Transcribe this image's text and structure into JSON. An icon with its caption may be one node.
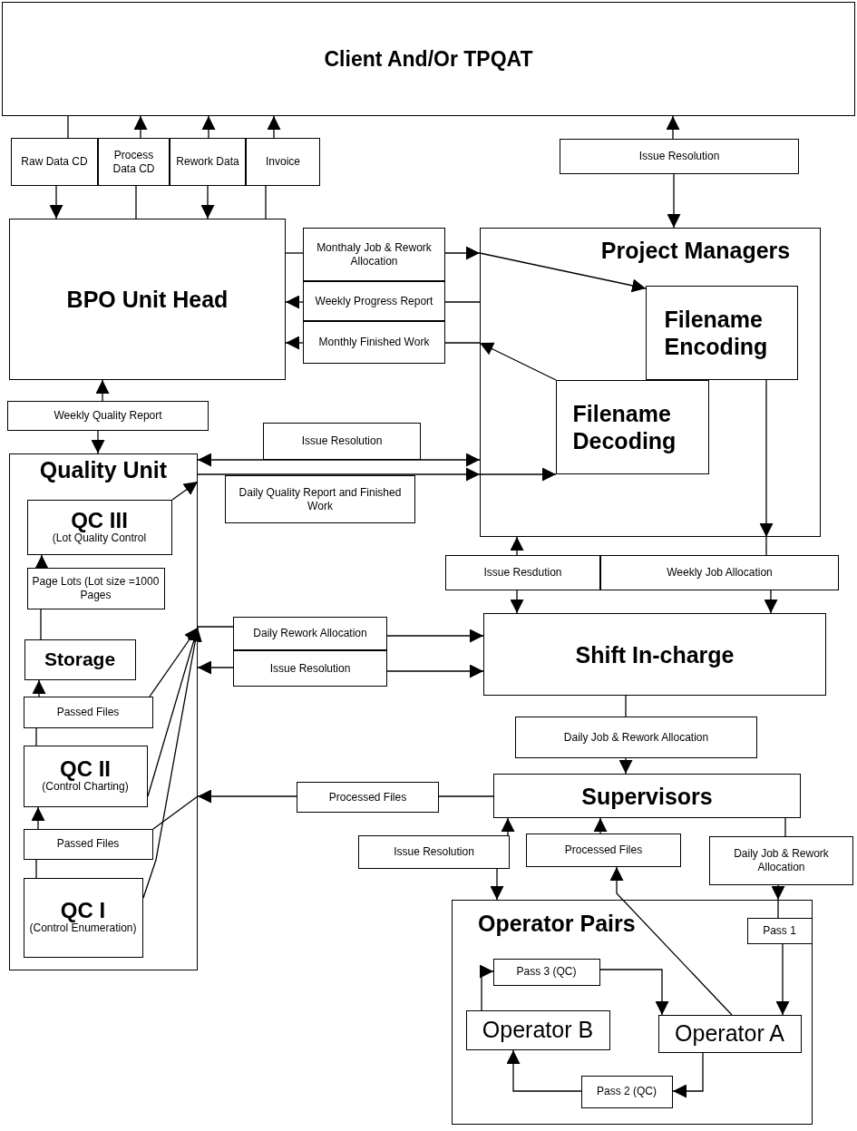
{
  "diagram": {
    "nodes": [
      {
        "text": [
          "Client And/Or TPQAT"
        ]
      },
      {
        "text": [
          "Raw Data CD"
        ]
      },
      {
        "text": [
          "Process Data CD"
        ]
      },
      {
        "text": [
          "Rework Data"
        ]
      },
      {
        "text": [
          "Invoice"
        ]
      },
      {
        "text": [
          "Issue Resolution"
        ]
      },
      {
        "text": [
          "BPO Unit Head"
        ]
      },
      {
        "text": [
          "Monthaly Job & Rework Allocation"
        ]
      },
      {
        "text": [
          "Weekly Progress Report"
        ]
      },
      {
        "text": [
          "Monthly Finished Work"
        ]
      },
      {
        "text": [
          "Project Managers"
        ]
      },
      {
        "text": [
          "Filename Encoding"
        ],
        "in": 10
      },
      {
        "text": [
          "Filename Decoding"
        ],
        "in": 10
      },
      {
        "text": [
          "Weekly Quality Report"
        ]
      },
      {
        "text": [
          "Quality Unit"
        ]
      },
      {
        "text": [
          "QC III",
          "(Lot Quality Control"
        ],
        "in": 14
      },
      {
        "text": [
          "Page Lots (Lot size =1000 Pages"
        ],
        "in": 14
      },
      {
        "text": [
          "Storage"
        ],
        "in": 14
      },
      {
        "text": [
          "Passed Files"
        ],
        "in": 14
      },
      {
        "text": [
          "QC II",
          "(Control Charting)"
        ],
        "in": 14
      },
      {
        "text": [
          "Passed Files"
        ],
        "in": 14
      },
      {
        "text": [
          "QC I",
          "(Control Enumeration)"
        ],
        "in": 14
      },
      {
        "text": [
          "Issue Resdution"
        ]
      },
      {
        "text": [
          "Weekly Job Allocation"
        ]
      },
      {
        "text": [
          "Daily Rework Allocation"
        ]
      },
      {
        "text": [
          "Issue Resolution"
        ]
      },
      {
        "text": [
          "Shift In-charge"
        ]
      },
      {
        "text": [
          "Daily Job & Rework Allocation"
        ]
      },
      {
        "text": [
          "Processed Files"
        ]
      },
      {
        "text": [
          "Supervisors"
        ]
      },
      {
        "text": [
          "Issue Resolution"
        ]
      },
      {
        "text": [
          "Processed Files"
        ]
      },
      {
        "text": [
          "Daily Job & Rework Allocation"
        ]
      },
      {
        "text": [
          "Operator Pairs"
        ]
      },
      {
        "text": [
          "Pass 1"
        ],
        "in": 33
      },
      {
        "text": [
          "Pass 3 (QC)"
        ],
        "in": 33
      },
      {
        "text": [
          "Operator B"
        ],
        "in": 33
      },
      {
        "text": [
          "Operator A"
        ],
        "in": 33
      },
      {
        "text": [
          "Pass 2 (QC)"
        ],
        "in": 33
      },
      {
        "text": [
          "Issue Resolution"
        ]
      },
      {
        "text": [
          "Daily Quality Report and Finished Work"
        ]
      }
    ],
    "edges": [
      {
        "from": 0,
        "to": 1,
        "arrow": "none"
      },
      {
        "from": 1,
        "to": 6,
        "arrow": "to"
      },
      {
        "from": 6,
        "to": 2,
        "arrow": "none"
      },
      {
        "from": 2,
        "to": 0,
        "arrow": "to"
      },
      {
        "from": 3,
        "to": 0,
        "arrow": "to"
      },
      {
        "from": 3,
        "to": 6,
        "arrow": "to"
      },
      {
        "from": 6,
        "to": 4,
        "arrow": "none"
      },
      {
        "from": 4,
        "to": 0,
        "arrow": "to"
      },
      {
        "from": 5,
        "to": 0,
        "arrow": "to"
      },
      {
        "from": 5,
        "to": 10,
        "arrow": "to"
      },
      {
        "from": 6,
        "to": 7,
        "arrow": "none"
      },
      {
        "from": 7,
        "to": 10,
        "arrow": "to"
      },
      {
        "from": 10,
        "to": 11,
        "arrow": "to"
      },
      {
        "from": 10,
        "to": 8,
        "arrow": "none"
      },
      {
        "from": 8,
        "to": 6,
        "arrow": "to"
      },
      {
        "from": 12,
        "to": 10,
        "arrow": "to"
      },
      {
        "from": 10,
        "to": 9,
        "arrow": "none"
      },
      {
        "from": 9,
        "to": 6,
        "arrow": "to"
      },
      {
        "from": 13,
        "to": 6,
        "arrow": "to"
      },
      {
        "from": 13,
        "to": 14,
        "arrow": "to"
      },
      {
        "from": 14,
        "to": 10,
        "arrow": "both"
      },
      {
        "from": 14,
        "to": 10,
        "arrow": "to"
      },
      {
        "from": 10,
        "to": 12,
        "arrow": "to"
      },
      {
        "from": 11,
        "to": 10,
        "arrow": "to"
      },
      {
        "from": 10,
        "to": 23,
        "arrow": "none"
      },
      {
        "from": 23,
        "to": 26,
        "arrow": "to"
      },
      {
        "from": 22,
        "to": 10,
        "arrow": "to"
      },
      {
        "from": 22,
        "to": 26,
        "arrow": "to"
      },
      {
        "from": 14,
        "to": 24,
        "arrow": "none"
      },
      {
        "from": 24,
        "to": 26,
        "arrow": "to"
      },
      {
        "from": 25,
        "to": 14,
        "arrow": "to"
      },
      {
        "from": 25,
        "to": 26,
        "arrow": "to"
      },
      {
        "from": 18,
        "to": 14,
        "arrow": "to"
      },
      {
        "from": 19,
        "to": 14,
        "arrow": "to"
      },
      {
        "from": 21,
        "to": 14,
        "arrow": "to"
      },
      {
        "from": 29,
        "to": 28,
        "arrow": "none"
      },
      {
        "from": 28,
        "to": 14,
        "arrow": "to"
      },
      {
        "from": 20,
        "to": 14,
        "arrow": "none"
      },
      {
        "from": 21,
        "to": 20,
        "arrow": "none"
      },
      {
        "from": 20,
        "to": 19,
        "arrow": "to"
      },
      {
        "from": 19,
        "to": 18,
        "arrow": "none"
      },
      {
        "from": 18,
        "to": 17,
        "arrow": "to"
      },
      {
        "from": 17,
        "to": 16,
        "arrow": "none"
      },
      {
        "from": 16,
        "to": 15,
        "arrow": "to"
      },
      {
        "from": 15,
        "to": 14,
        "arrow": "to"
      },
      {
        "from": 26,
        "to": 27,
        "arrow": "none"
      },
      {
        "from": 27,
        "to": 29,
        "arrow": "to"
      },
      {
        "from": 30,
        "to": 29,
        "arrow": "to"
      },
      {
        "from": 30,
        "to": 33,
        "arrow": "to"
      },
      {
        "from": 31,
        "to": 29,
        "arrow": "to"
      },
      {
        "from": 37,
        "to": 31,
        "arrow": "to"
      },
      {
        "from": 29,
        "to": 32,
        "arrow": "none"
      },
      {
        "from": 32,
        "to": 33,
        "arrow": "to"
      },
      {
        "from": 33,
        "to": 34,
        "arrow": "none"
      },
      {
        "from": 34,
        "to": 37,
        "arrow": "to"
      },
      {
        "from": 36,
        "to": 35,
        "arrow": "to"
      },
      {
        "from": 35,
        "to": 37,
        "arrow": "to"
      },
      {
        "from": 37,
        "to": 38,
        "arrow": "to"
      },
      {
        "from": 38,
        "to": 36,
        "arrow": "to"
      }
    ]
  }
}
